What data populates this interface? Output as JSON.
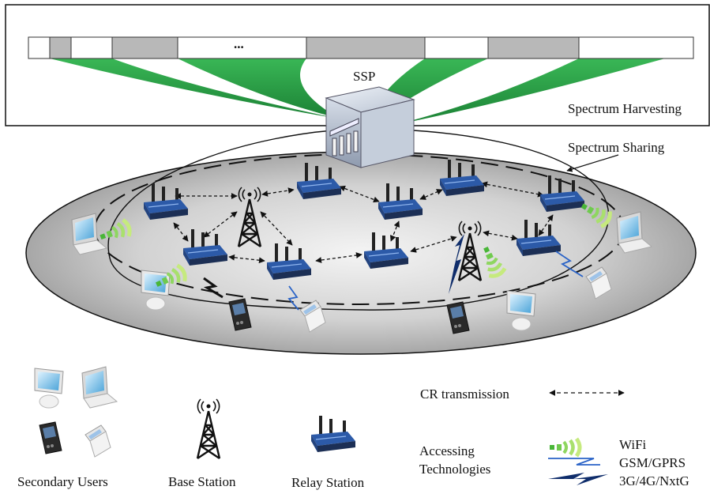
{
  "labels": {
    "ssp": "SSP",
    "spectrum_harvesting": "Spectrum Harvesting",
    "spectrum_sharing": "Spectrum Sharing",
    "spectrum_ellipsis": "..."
  },
  "legend": {
    "secondary_users": "Secondary Users",
    "base_station": "Base Station",
    "relay_station": "Relay Station",
    "cr_transmission": "CR transmission",
    "accessing_technologies_line1": "Accessing",
    "accessing_technologies_line2": "Technologies",
    "wifi": "WiFi",
    "gsm_gprs": "GSM/GPRS",
    "nextgen": "3G/4G/NxtG"
  },
  "colors": {
    "occupied_band": "#b8b8b8",
    "free_band": "#ffffff",
    "beam_green": "#1f9a3a",
    "router_blue": "#3467b8",
    "ellipse_fill": "#c9c9c9"
  },
  "spectrum_bands": [
    "free",
    "occupied",
    "free",
    "occupied",
    "free",
    "occupied",
    "free",
    "occupied",
    "free"
  ]
}
